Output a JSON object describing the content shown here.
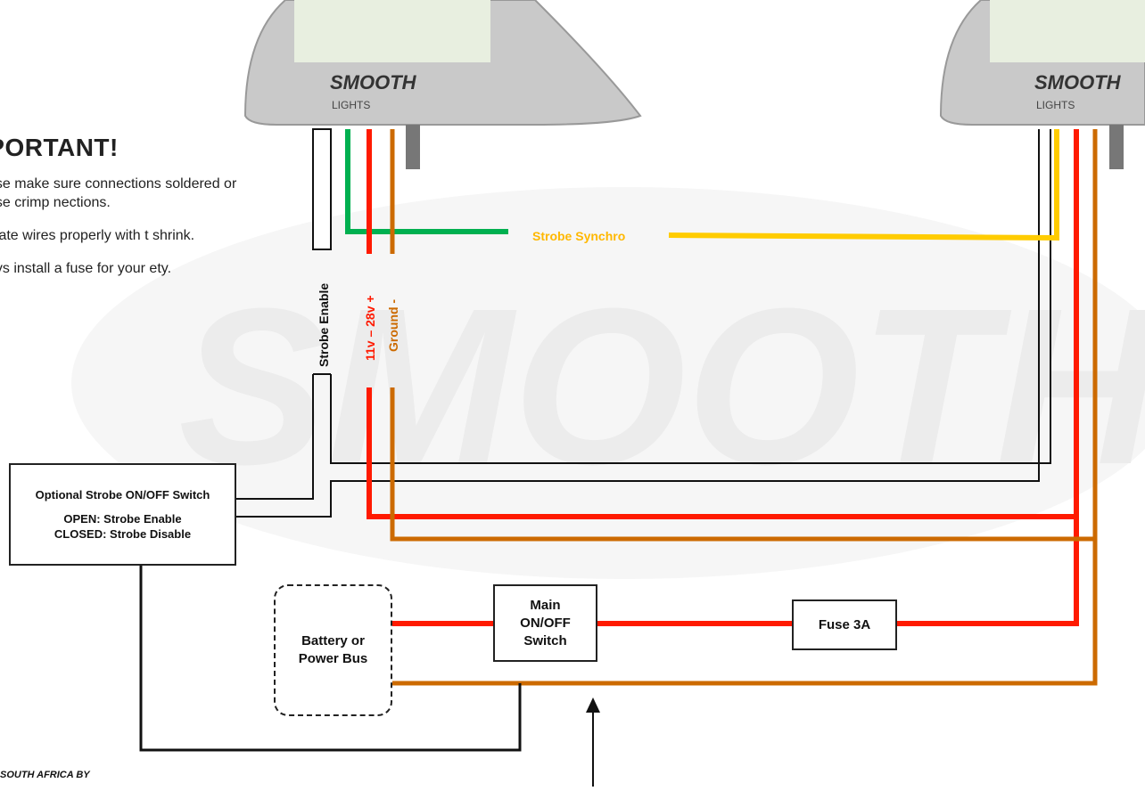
{
  "important": {
    "title": "IPORTANT!",
    "notes": [
      "ase make sure connections soldered or use crimp nections.",
      "ulate wires properly with t shrink.",
      "ays install a fuse for your ety."
    ]
  },
  "lights": {
    "brand": "SMOOTH",
    "sub": "LIGHTS"
  },
  "wire_labels": {
    "strobe_enable": "Strobe Enable",
    "power": "11v – 28v +",
    "ground": "Ground -",
    "strobe_synchro": "Strobe Synchro"
  },
  "boxes": {
    "optional_switch": {
      "title": "Optional Strobe ON/OFF Switch",
      "line1": "OPEN: Strobe Enable",
      "line2": "CLOSED: Strobe Disable"
    },
    "battery": {
      "line1": "Battery or",
      "line2": "Power Bus"
    },
    "main_switch": {
      "line1": "Main",
      "line2": "ON/OFF",
      "line3": "Switch"
    },
    "fuse": {
      "label": "Fuse 3A"
    }
  },
  "footer": {
    "text": "SOUTH AFRICA BY"
  },
  "colors": {
    "power": "#ff1a00",
    "ground": "#cc6a00",
    "synchro_green": "#00b050",
    "synchro_yellow": "#ffcc00",
    "strobe_wire": "#111111",
    "watermark": "#f2f2f2"
  }
}
